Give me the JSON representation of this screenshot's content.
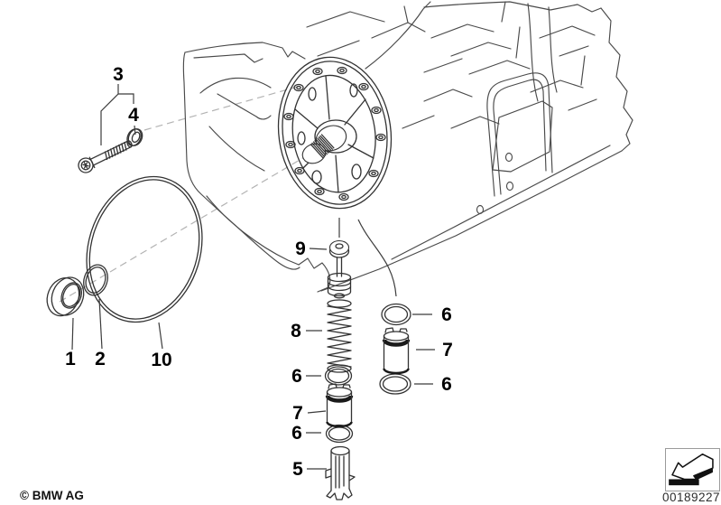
{
  "page": {
    "background": "#ffffff",
    "line_color": "#4a4a4a",
    "dashed_color": "#b3b3b3",
    "label_color": "#000000"
  },
  "diagram": {
    "type": "exploded-parts-diagram",
    "subject": "transmission-oil-pump-with-valve-assembly",
    "callouts": [
      {
        "label": "3"
      },
      {
        "label": "4"
      },
      {
        "label": "1"
      },
      {
        "label": "2"
      },
      {
        "label": "10"
      },
      {
        "label": "9"
      },
      {
        "label": "8"
      },
      {
        "label": "6"
      },
      {
        "label": "7"
      },
      {
        "label": "6"
      },
      {
        "label": "5"
      },
      {
        "label": "6"
      },
      {
        "label": "7"
      },
      {
        "label": "6"
      }
    ]
  },
  "footer": {
    "copyright": "© BMW AG",
    "image_number": "00189227",
    "icon": "direction-arrow-icon"
  }
}
